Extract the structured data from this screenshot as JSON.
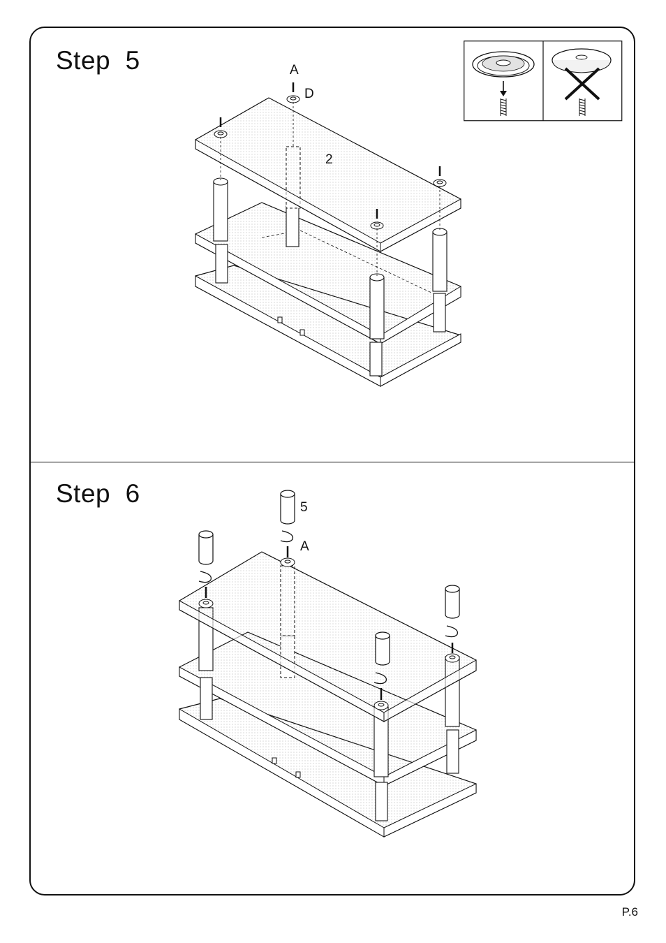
{
  "page": {
    "page_number": "P.6"
  },
  "step5": {
    "title": "Step  5",
    "labels": {
      "a": "A",
      "d": "D",
      "two": "2"
    },
    "inset": {
      "correct_icon": "washer-correct-icon",
      "wrong_icon": "washer-wrong-icon"
    }
  },
  "step6": {
    "title": "Step  6",
    "labels": {
      "five": "5",
      "a": "A"
    }
  }
}
